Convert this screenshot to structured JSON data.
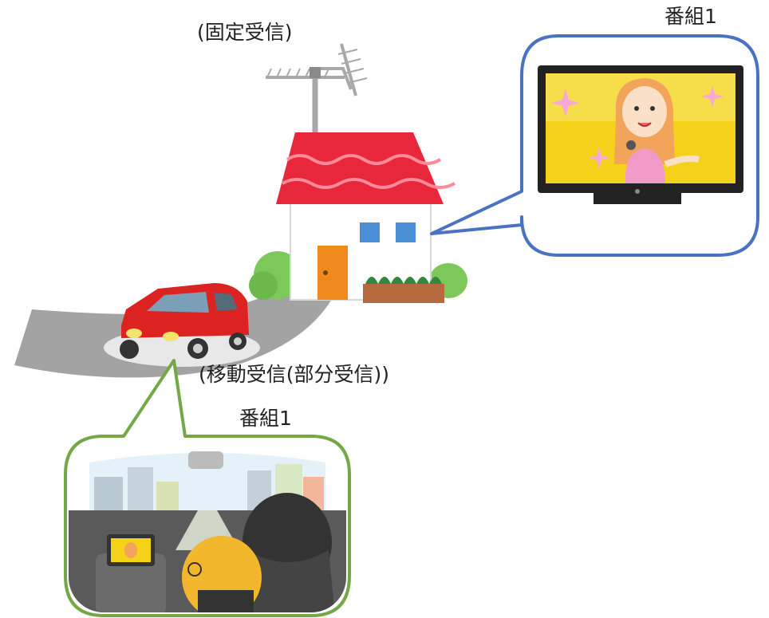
{
  "labels": {
    "fixed_reception": "(固定受信)",
    "mobile_reception": "(移動受信(部分受信))",
    "program_home": "番組1",
    "program_car": "番組1"
  },
  "colors": {
    "tv_bubble_border": "#4a72c0",
    "car_bubble_border": "#74a847",
    "roof": "#e8283a",
    "car_body": "#dd2222",
    "road": "#a3a3a3",
    "tv_screen": "#f5d21a",
    "window": "#4b8fd6",
    "door": "#f08a1c"
  },
  "icons": [
    "antenna-icon",
    "house-icon",
    "car-icon",
    "road-icon",
    "tv-icon",
    "car-interior-icon"
  ]
}
